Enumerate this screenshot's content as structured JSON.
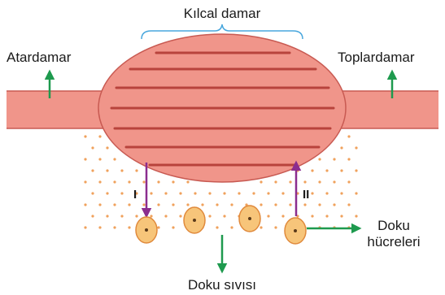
{
  "labels": {
    "capillary": "Kılcal damar",
    "artery": "Atardamar",
    "vein": "Toplardamar",
    "tissue_cells_line1": "Doku",
    "tissue_cells_line2": "hücreleri",
    "tissue_fluid": "Doku sıvısı",
    "arrow_one": "I",
    "arrow_two": "II"
  },
  "colors": {
    "vessel_fill": "#f0958a",
    "vessel_stroke": "#c85a52",
    "stripe": "#b8433c",
    "bracket": "#49a7dd",
    "green_arrow": "#1e9a4e",
    "purple_arrow": "#8b2d8f",
    "dot": "#f0a15c",
    "cell_fill": "#f7c57a",
    "cell_stroke": "#e08a3c"
  }
}
